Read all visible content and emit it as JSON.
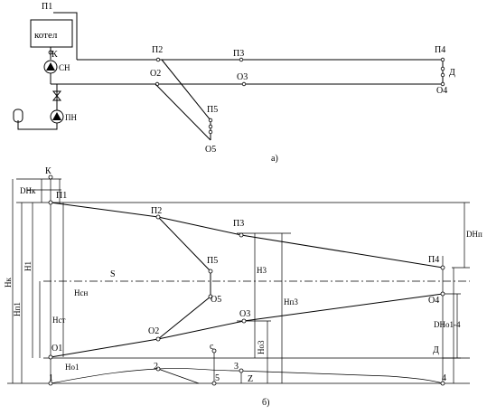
{
  "scheme": {
    "caption": "а)",
    "boiler_label": "котел",
    "labels": {
      "p1": "П1",
      "p2": "П2",
      "p3": "П3",
      "p4": "П4",
      "p5": "П5",
      "o2": "О2",
      "o3": "О3",
      "o4": "О4",
      "o5": "О5",
      "k": "К",
      "d": "Д",
      "sn": "СН",
      "pn": "ПН"
    }
  },
  "graph": {
    "caption": "б)",
    "labels": {
      "k": "К",
      "p1": "П1",
      "p2": "П2",
      "p3": "П3",
      "p4": "П4",
      "p5": "П5",
      "o1": "О1",
      "o2": "О2",
      "o3": "О3",
      "o4": "О4",
      "o5": "О5",
      "s": "S",
      "c": "с",
      "d": "Д",
      "z": "Z",
      "n1": "1",
      "n2": "2",
      "n3": "3",
      "n4": "4",
      "n5": "5",
      "dh_k": "DHк",
      "dh_p": "DHп",
      "dh_o": "DHо1-4",
      "h_k": "Hк",
      "h_n1": "Hп1",
      "h_1": "H1",
      "h_st": "Hст",
      "h_sn": "Hсн",
      "h_o1": "Hо1",
      "h_3": "H3",
      "h_p3": "Hп3",
      "h_o3": "Hо3"
    }
  }
}
